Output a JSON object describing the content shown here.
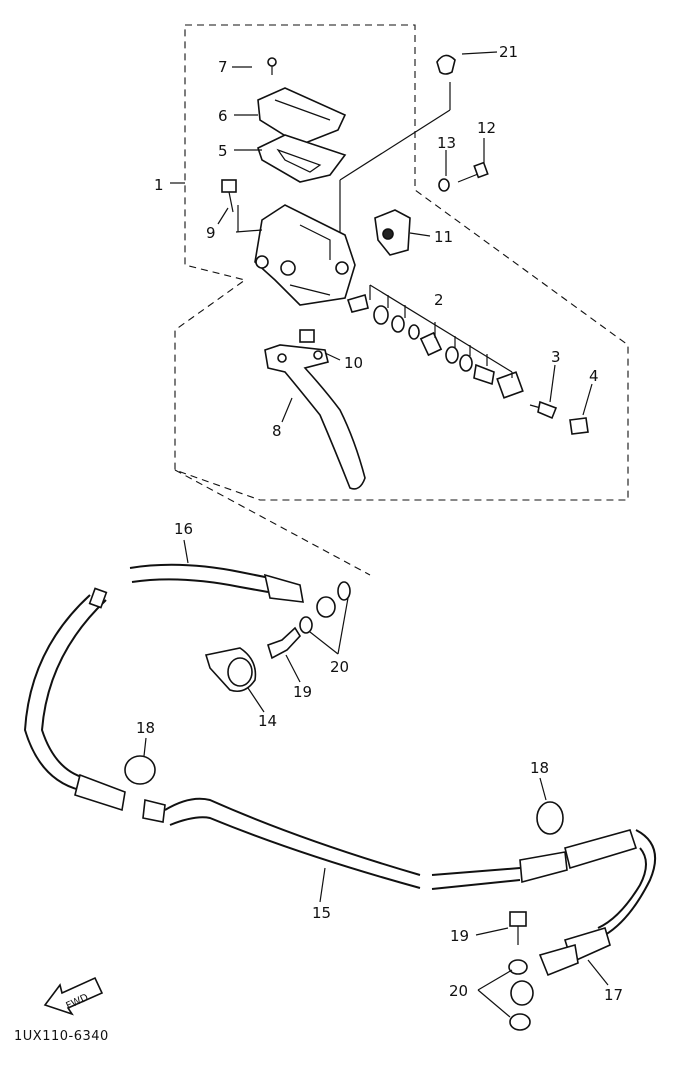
{
  "diagram": {
    "drawing_code": "1UX110-6340",
    "fwd_label": "FWD",
    "callouts": [
      "1",
      "2",
      "3",
      "4",
      "5",
      "6",
      "7",
      "8",
      "9",
      "10",
      "11",
      "12",
      "13",
      "14",
      "15",
      "16",
      "17",
      "18",
      "18",
      "19",
      "19",
      "20",
      "20",
      "21"
    ]
  }
}
